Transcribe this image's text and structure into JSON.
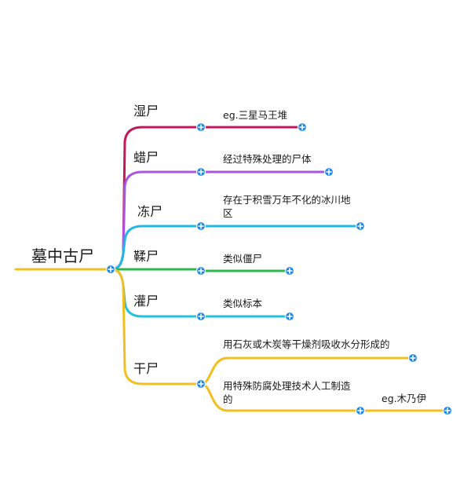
{
  "root": {
    "label": "墓中古尸"
  },
  "branches": [
    {
      "id": "shi",
      "label": "湿尸",
      "color": "#C2185B",
      "children": [
        {
          "label": "eg.三星马王堆"
        }
      ]
    },
    {
      "id": "la",
      "label": "蜡尸",
      "color": "#A855E0",
      "children": [
        {
          "label": "经过特殊处理的尸体"
        }
      ]
    },
    {
      "id": "dong",
      "label": "冻尸",
      "color": "#22B8E6",
      "children": [
        {
          "label": "存在于积雪万年不化的冰川地区"
        }
      ]
    },
    {
      "id": "rou",
      "label": "鞣尸",
      "color": "#2DB84D",
      "children": [
        {
          "label": "类似僵尸"
        }
      ]
    },
    {
      "id": "guan",
      "label": "灌尸",
      "color": "#22C2E3",
      "children": [
        {
          "label": "类似标本"
        }
      ]
    },
    {
      "id": "gan",
      "label": "干尸",
      "color": "#F2C01E",
      "children": [
        {
          "label": "用石灰或木炭等干燥剂吸收水分形成的"
        },
        {
          "label": "用特殊防腐处理技术人工制造的",
          "children": [
            {
              "label": "eg.木乃伊"
            }
          ]
        }
      ]
    }
  ],
  "node_marker": {
    "fill": "#1E88E5",
    "symbol": "plus-icon"
  }
}
